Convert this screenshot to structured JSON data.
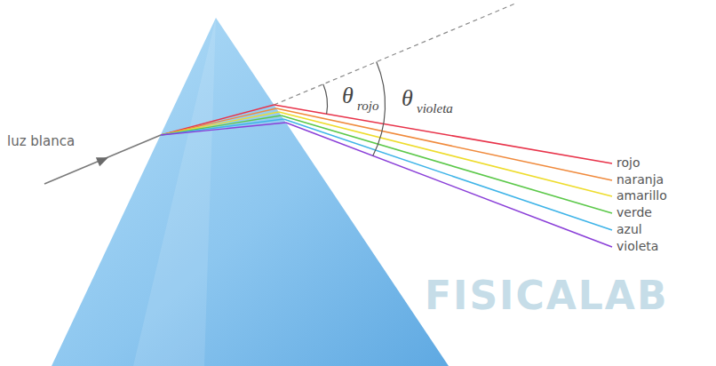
{
  "diagram": {
    "labels": [
      "luz blanca",
      "θ",
      "rojo",
      "θ",
      "violeta",
      "rojo",
      "naranja",
      "amarillo",
      "verde",
      "azul",
      "violeta",
      "FISICALAB"
    ]
  }
}
